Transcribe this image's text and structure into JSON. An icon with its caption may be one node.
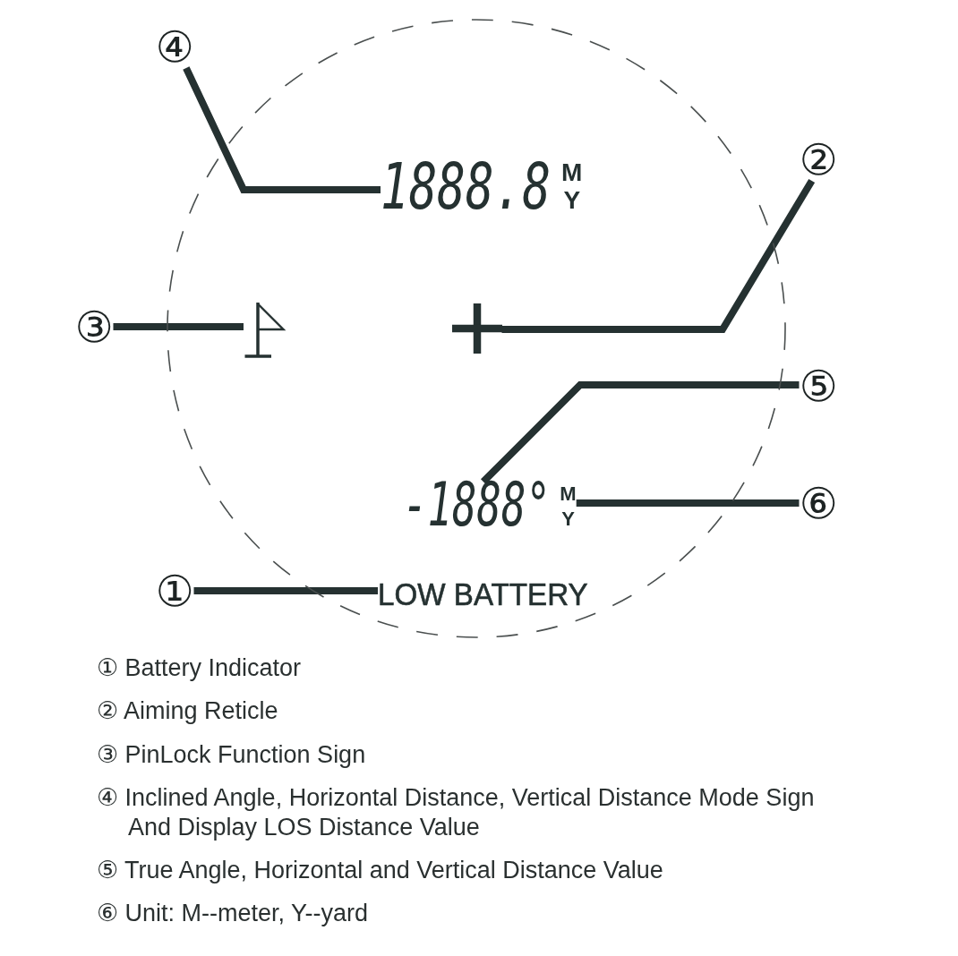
{
  "diagram": {
    "nodes": [
      {
        "text": [],
        "shape": "circle"
      },
      {
        "text": [
          "④"
        ]
      },
      {
        "text": [
          "1888.8"
        ],
        "beside": [
          "M Y"
        ],
        "in": 0
      },
      {
        "text": [
          "②"
        ]
      },
      {
        "text": [],
        "shape": "cross",
        "in": 0
      },
      {
        "text": [
          "③"
        ]
      },
      {
        "text": [],
        "shape": "flag",
        "in": 0
      },
      {
        "text": [
          "⑤"
        ]
      },
      {
        "text": [
          "-1888°"
        ],
        "in": 0
      },
      {
        "text": [
          "M Y"
        ],
        "in": 0
      },
      {
        "text": [
          "⑥"
        ]
      },
      {
        "text": [
          "LOW BATTERY"
        ],
        "in": 0
      },
      {
        "text": [
          "①"
        ]
      }
    ],
    "edges": [
      {
        "from": 1,
        "to": 2,
        "arrow": "none"
      },
      {
        "from": 3,
        "to": 4,
        "arrow": "none"
      },
      {
        "from": 5,
        "to": 6,
        "arrow": "none"
      },
      {
        "from": 7,
        "to": 8,
        "arrow": "none"
      },
      {
        "from": 10,
        "to": 9,
        "arrow": "none"
      },
      {
        "from": 12,
        "to": 11,
        "arrow": "none"
      }
    ],
    "labels": [
      "① Battery Indicator",
      "② Aiming Reticle",
      "③ PinLock Function Sign",
      "④ Inclined Angle, Horizontal Distance, Vertical Distance Mode Sign And Display LOS Distance Value",
      "⑤ True Angle, Horizontal and Vertical Distance Value",
      "⑥ Unit: M--meter, Y--yard"
    ]
  }
}
